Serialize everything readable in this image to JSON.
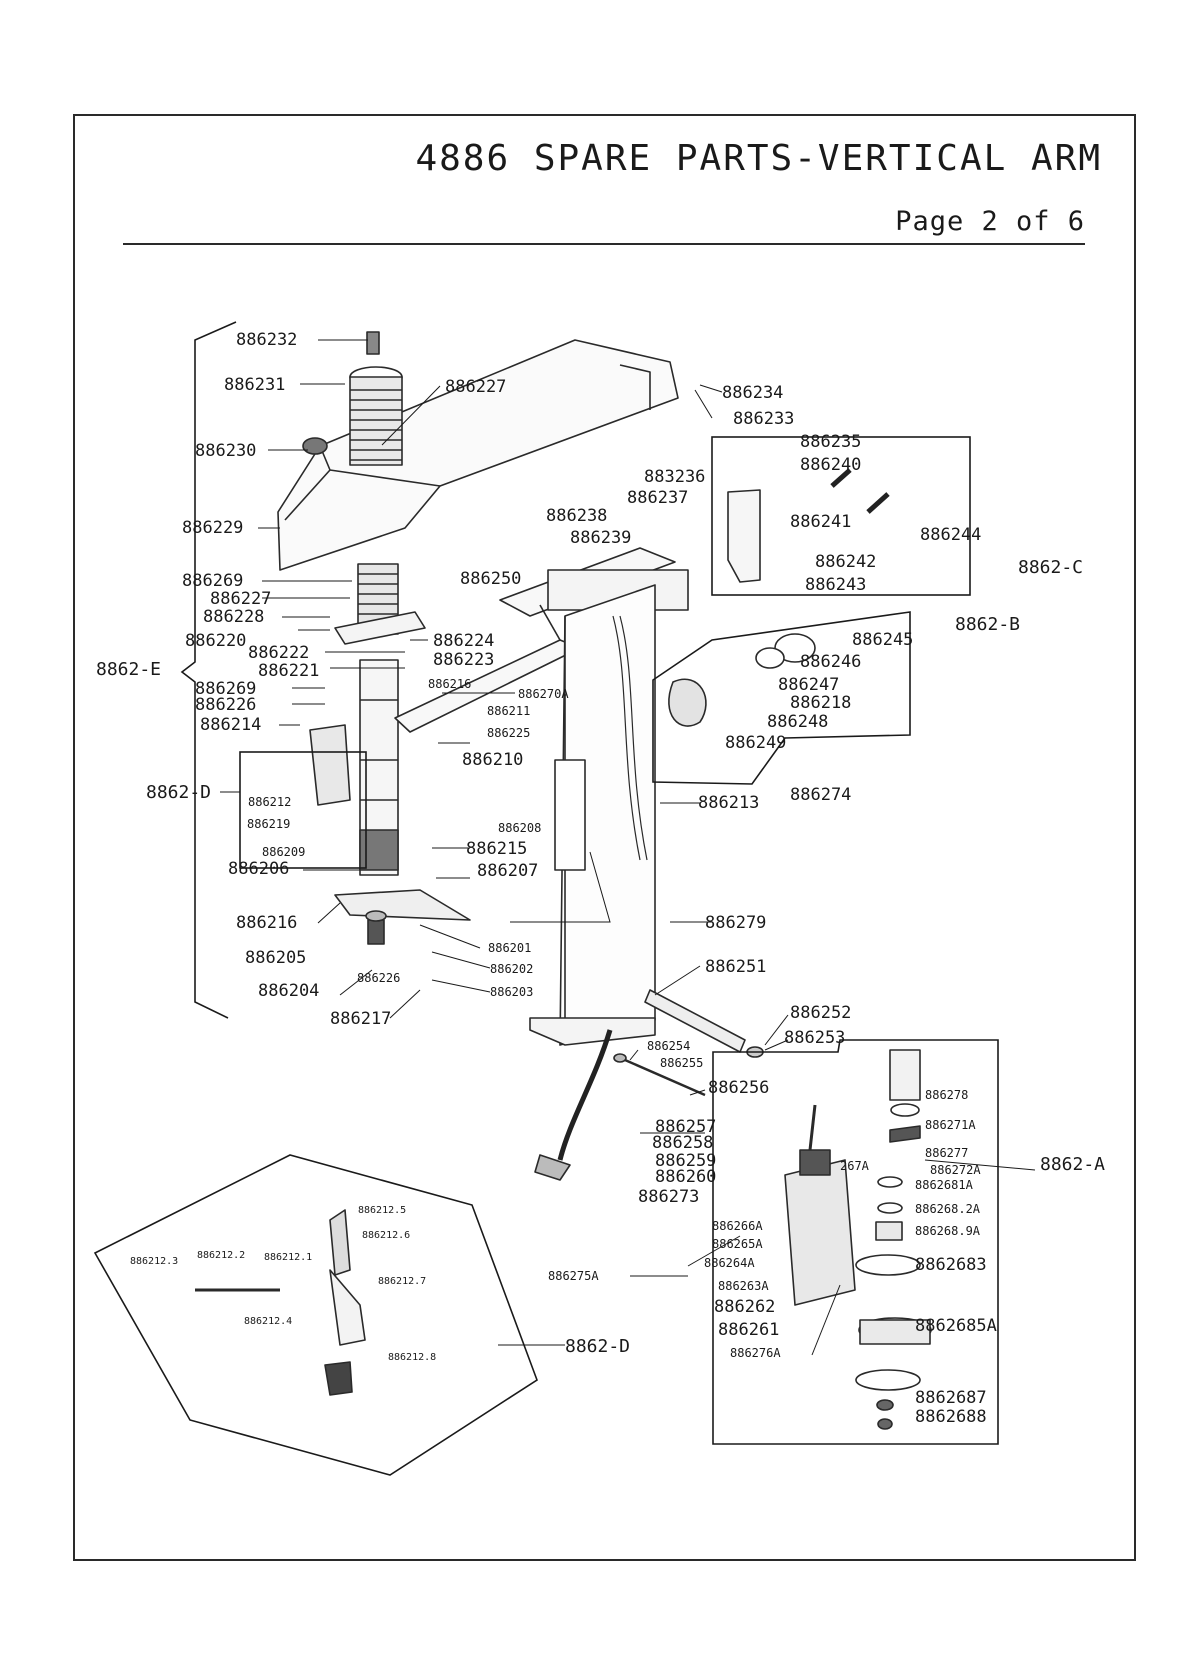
{
  "header": {
    "title": "4886 SPARE PARTS-VERTICAL ARM",
    "page": "Page 2 of 6"
  },
  "parts": [
    "886232",
    "886231",
    "886227",
    "886234",
    "886233",
    "886230",
    "886235",
    "883236",
    "886240",
    "886237",
    "886241",
    "886244",
    "886229",
    "886238",
    "886239",
    "886242",
    "886243",
    "8862-C",
    "886269",
    "886250",
    "886227",
    "886228",
    "886220",
    "886224",
    "8862-B",
    "886245",
    "886222",
    "886223",
    "886246",
    "8862-E",
    "886221",
    "886216",
    "886270A",
    "886247",
    "886269",
    "886226",
    "886211",
    "886218",
    "886214",
    "886225",
    "886248",
    "886249",
    "886210",
    "8862-D",
    "886212",
    "886213",
    "886274",
    "886219",
    "886208",
    "886209",
    "886215",
    "886206",
    "886207",
    "886279",
    "886216",
    "886201",
    "886205",
    "886202",
    "886226",
    "886251",
    "886204",
    "886203",
    "886217",
    "886252",
    "886253",
    "886254",
    "886255",
    "886256",
    "886278",
    "886257",
    "886271A",
    "886258",
    "886277",
    "886259",
    "267A",
    "886272A",
    "8862-A",
    "886260",
    "8862681A",
    "886273",
    "886268.2A",
    "886266A",
    "886268.9A",
    "886265A",
    "886264A",
    "8862683",
    "886275A",
    "886263A",
    "886262",
    "8862685A",
    "886261",
    "886276A",
    "8862687",
    "8862688"
  ],
  "detail_parts": [
    "886212.5",
    "886212.6",
    "886212.3",
    "886212.2",
    "886212.1",
    "886212.7",
    "886212.4",
    "886212.8",
    "8862-D"
  ]
}
